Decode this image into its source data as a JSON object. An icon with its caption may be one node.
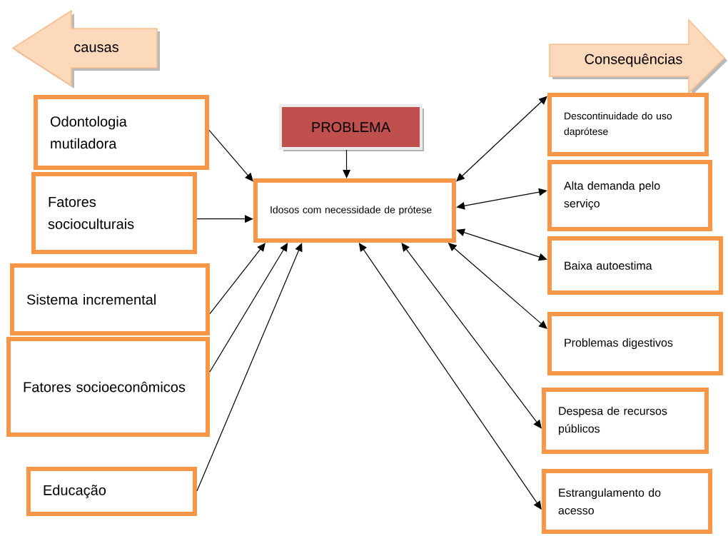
{
  "diagram": {
    "nodes": [
      {
        "text": [
          "causas"
        ]
      },
      {
        "text": [
          "Consequências"
        ]
      },
      {
        "text": [
          "PROBLEMA"
        ]
      },
      {
        "text": [
          "Idosos com necessidade de prótese"
        ]
      },
      {
        "text": [
          "Odontologia mutiladora"
        ]
      },
      {
        "text": [
          "Fatores socioculturais"
        ]
      },
      {
        "text": [
          "Sistema incremental"
        ]
      },
      {
        "text": [
          "Fatores socioeconômicos"
        ]
      },
      {
        "text": [
          "Educação"
        ]
      },
      {
        "text": [
          "Descontinuidade do uso daprótese"
        ]
      },
      {
        "text": [
          "Alta demanda pelo serviço"
        ]
      },
      {
        "text": [
          "Baixa autoestima"
        ]
      },
      {
        "text": [
          "Problemas digestivos"
        ]
      },
      {
        "text": [
          "Despesa de recursos públicos"
        ]
      },
      {
        "text": [
          "Estrangulamento do acesso"
        ]
      }
    ],
    "edges": [
      {
        "from": 2,
        "to": 3,
        "arrow": "to"
      },
      {
        "from": 4,
        "to": 3,
        "arrow": "to"
      },
      {
        "from": 5,
        "to": 3,
        "arrow": "to"
      },
      {
        "from": 6,
        "to": 3,
        "arrow": "to"
      },
      {
        "from": 7,
        "to": 3,
        "arrow": "to"
      },
      {
        "from": 8,
        "to": 3,
        "arrow": "to"
      },
      {
        "from": 3,
        "to": 9,
        "arrow": "both"
      },
      {
        "from": 3,
        "to": 10,
        "arrow": "both"
      },
      {
        "from": 3,
        "to": 11,
        "arrow": "both"
      },
      {
        "from": 3,
        "to": 12,
        "arrow": "both"
      },
      {
        "from": 3,
        "to": 13,
        "arrow": "both"
      },
      {
        "from": 3,
        "to": 14,
        "arrow": "both"
      }
    ]
  }
}
